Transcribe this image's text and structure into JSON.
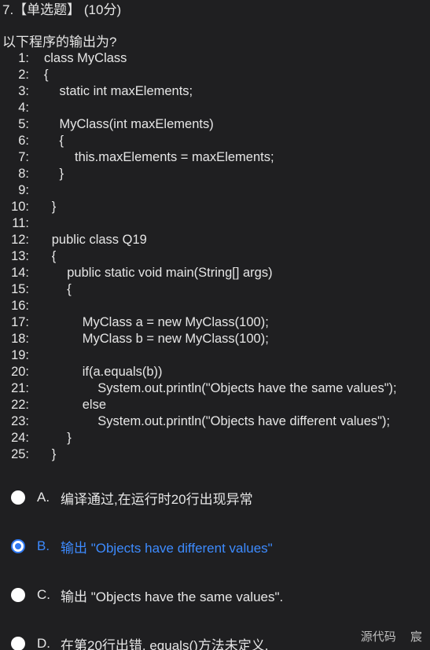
{
  "question": {
    "title": "7.【单选题】 (10分)",
    "prompt": "以下程序的输出为?"
  },
  "code_lines": [
    {
      "num": "1:",
      "indent": 0,
      "text": "class MyClass"
    },
    {
      "num": "2:",
      "indent": 0,
      "text": "{"
    },
    {
      "num": "3:",
      "indent": 1,
      "text": "static int maxElements;"
    },
    {
      "num": "4:",
      "indent": 0,
      "text": ""
    },
    {
      "num": "5:",
      "indent": 1,
      "text": "MyClass(int maxElements)"
    },
    {
      "num": "6:",
      "indent": 1,
      "text": "{"
    },
    {
      "num": "7:",
      "indent": 2,
      "text": "this.maxElements = maxElements;"
    },
    {
      "num": "8:",
      "indent": 1,
      "text": "}"
    },
    {
      "num": "9:",
      "indent": 0,
      "text": ""
    },
    {
      "num": "10:",
      "indent": 0.5,
      "text": "}"
    },
    {
      "num": "11:",
      "indent": 0,
      "text": ""
    },
    {
      "num": "12:",
      "indent": 0.5,
      "text": "public class Q19"
    },
    {
      "num": "13:",
      "indent": 0.5,
      "text": "{"
    },
    {
      "num": "14:",
      "indent": 1.5,
      "text": "public static void main(String[] args)"
    },
    {
      "num": "15:",
      "indent": 1.5,
      "text": "{"
    },
    {
      "num": "16:",
      "indent": 0,
      "text": ""
    },
    {
      "num": "17:",
      "indent": 2.5,
      "text": "MyClass a = new MyClass(100);"
    },
    {
      "num": "18:",
      "indent": 2.5,
      "text": "MyClass b = new MyClass(100);"
    },
    {
      "num": "19:",
      "indent": 0,
      "text": ""
    },
    {
      "num": "20:",
      "indent": 2.5,
      "text": "if(a.equals(b))"
    },
    {
      "num": "21:",
      "indent": 3.5,
      "text": "System.out.println(\"Objects have the same values\");"
    },
    {
      "num": "22:",
      "indent": 2.5,
      "text": "else"
    },
    {
      "num": "23:",
      "indent": 3.5,
      "text": "System.out.println(\"Objects have different values\");"
    },
    {
      "num": "24:",
      "indent": 1.5,
      "text": "}"
    },
    {
      "num": "25:",
      "indent": 0.5,
      "text": "}"
    }
  ],
  "options": [
    {
      "letter": "A.",
      "text": "编译通过,在运行时20行出现异常",
      "selected": false
    },
    {
      "letter": "B.",
      "text": "输出 \"Objects have different values\"",
      "selected": true
    },
    {
      "letter": "C.",
      "text": "输出 \"Objects have the same values\".",
      "selected": false
    },
    {
      "letter": "D.",
      "text": "在第20行出错. equals()方法未定义.",
      "selected": false
    }
  ],
  "footer": {
    "source_label": "源代码",
    "extra_label": "宸"
  },
  "colors": {
    "background": "#1f1f21",
    "text": "#e6e6e6",
    "selected": "#3d8bff"
  }
}
